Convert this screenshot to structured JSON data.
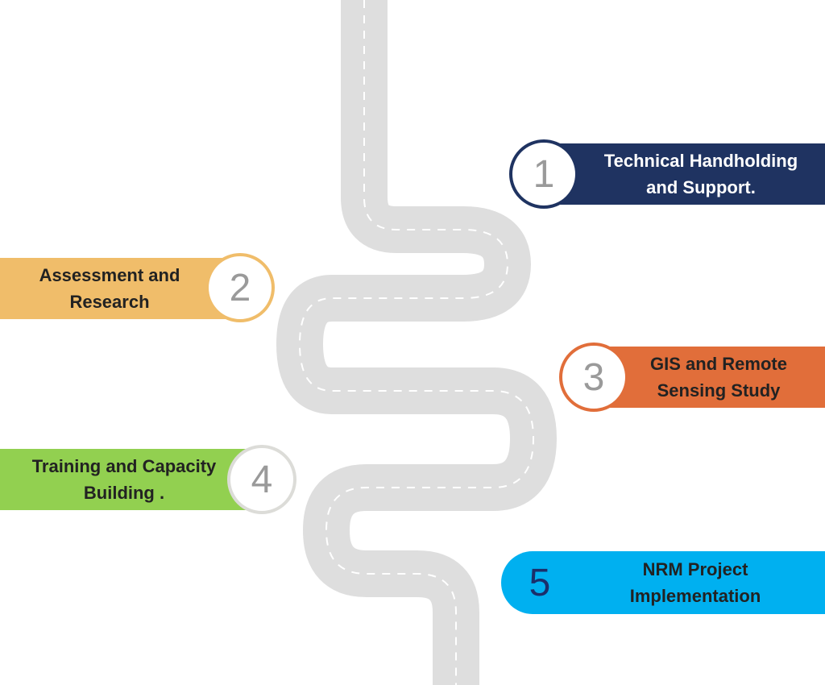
{
  "steps": [
    {
      "number": "1",
      "line1": "Technical Handholding",
      "line2": "and Support.",
      "color": "#1f3361",
      "ring_color": "#1f3361"
    },
    {
      "number": "2",
      "line1": "Assessment and",
      "line2": "Research",
      "color": "#f0bd6a",
      "ring_color": "#f0bd6a"
    },
    {
      "number": "3",
      "line1": "GIS and Remote",
      "line2": "Sensing  Study",
      "color": "#e16e3a",
      "ring_color": "#e16e3a"
    },
    {
      "number": "4",
      "line1": "Training and Capacity",
      "line2": "Building .",
      "color": "#92d050",
      "ring_color": "#dcdcd8"
    },
    {
      "number": "5",
      "line1": "NRM Project",
      "line2": "Implementation",
      "color": "#00b0f0",
      "ring_color": "#00b0f0"
    }
  ],
  "road": {
    "color": "#dedede",
    "dash_color": "#ffffff"
  }
}
